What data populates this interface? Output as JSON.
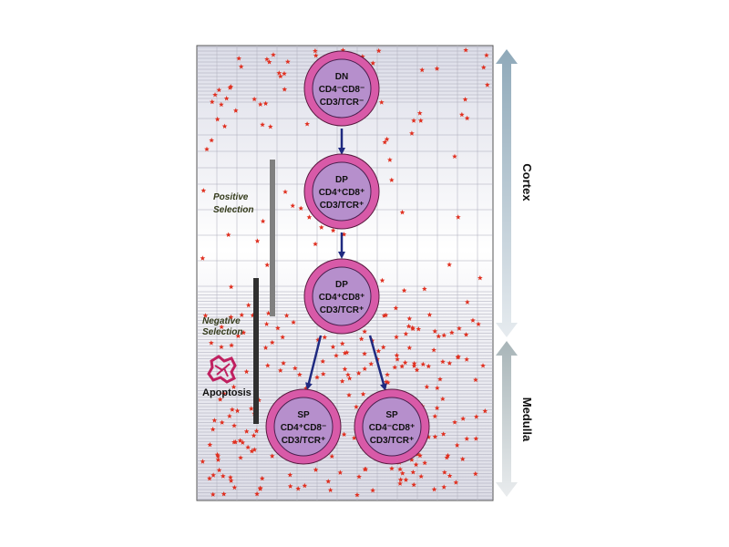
{
  "cells": [
    {
      "id": "dn",
      "lines": [
        "DN",
        "CD4⁻CD8⁻",
        "CD3/TCR⁻"
      ]
    },
    {
      "id": "dp1",
      "lines": [
        "DP",
        "CD4⁺CD8⁺",
        "CD3/TCR⁺"
      ]
    },
    {
      "id": "dp2",
      "lines": [
        "DP",
        "CD4⁺CD8⁺",
        "CD3/TCR⁺"
      ]
    },
    {
      "id": "sp-cd4",
      "lines": [
        "SP",
        "CD4⁺CD8⁻",
        "CD3/TCR⁺"
      ]
    },
    {
      "id": "sp-cd8",
      "lines": [
        "SP",
        "CD4⁻CD8⁺",
        "CD3/TCR⁺"
      ]
    }
  ],
  "labels": {
    "positive_selection": [
      "Positive",
      "Selection"
    ],
    "negative_selection": [
      "Negative",
      "Selection"
    ],
    "apoptosis": "Apoptosis",
    "cortex": "Cortex",
    "medulla": "Medulla"
  },
  "colors": {
    "cell_outer": "#d85aa8",
    "cell_inner": "#b68fcc",
    "arrow": "#1f2a80",
    "star": "#e03020",
    "positive_bar": "#808080",
    "negative_bar": "#303030",
    "apoptosis_icon": "#c02060"
  }
}
